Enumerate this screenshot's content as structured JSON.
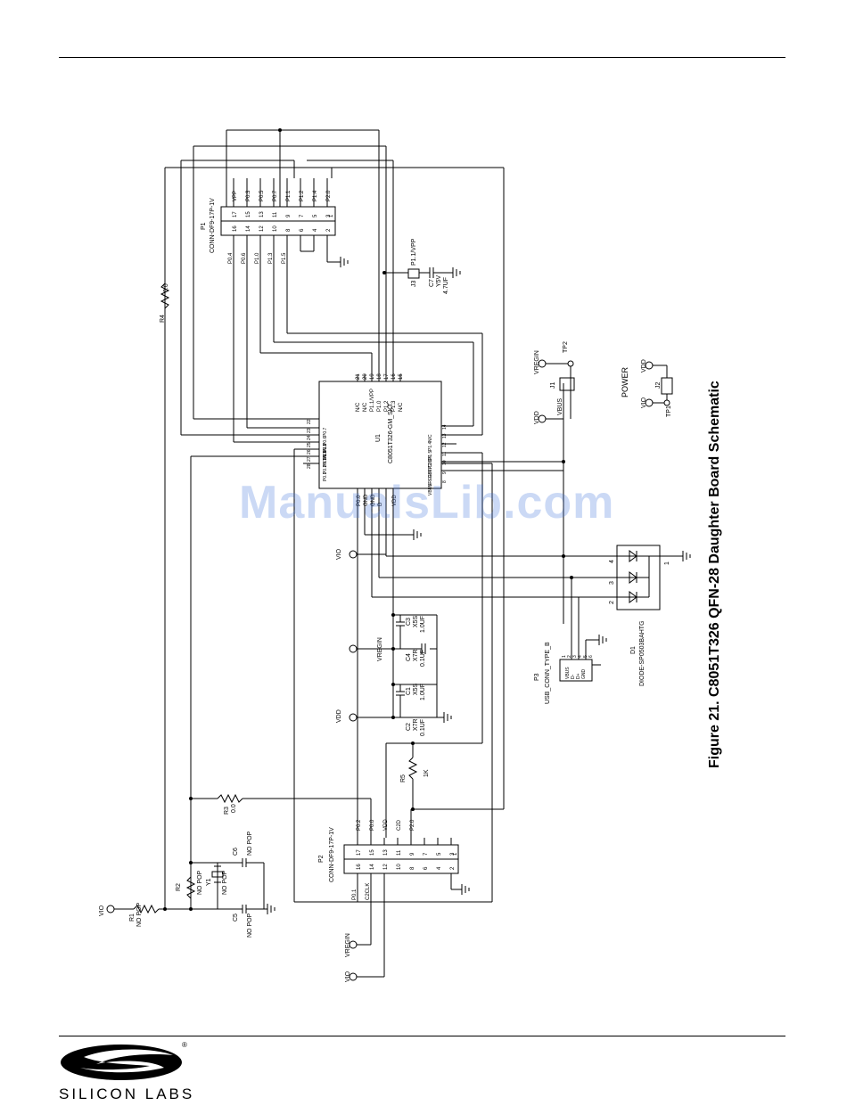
{
  "figure": {
    "caption": "Figure 21. C8051T326 QFN-28 Daughter Board Schematic",
    "watermark": "ManualsLib.com"
  },
  "logo": {
    "text": "SILICON LABS",
    "reg": "®",
    "icon": "silicon-labs-logo-icon"
  },
  "schematic": {
    "p1": {
      "ref": "P1",
      "part": "CONN-DF9-17P-1V",
      "top_pins": [
        "17",
        "15",
        "13",
        "11",
        "9",
        "7",
        "5",
        "3",
        "1"
      ],
      "top_labels": [
        "VPP",
        "P0.3",
        "P0.5",
        "P0.7",
        "P1.1",
        "P1.2",
        "P1.4",
        "P2.0",
        ""
      ],
      "bottom_pins": [
        "16",
        "14",
        "12",
        "10",
        "8",
        "6",
        "4",
        "2"
      ],
      "bottom_labels": [
        "P0.4",
        "P0.6",
        "P1.0",
        "P1.3",
        "P1.5",
        "",
        "",
        ""
      ]
    },
    "p2": {
      "ref": "P2",
      "part": "CONN-DF9-17P-1V",
      "top_pins": [
        "17",
        "15",
        "13",
        "11",
        "9",
        "7",
        "5",
        "3",
        "1"
      ],
      "top_labels": [
        "P0.2",
        "P0.0",
        "VDD",
        "C2D",
        "P2.0",
        "",
        "",
        "",
        ""
      ],
      "bottom_pins": [
        "16",
        "14",
        "12",
        "10",
        "8",
        "6",
        "4",
        "2"
      ],
      "bottom_labels": [
        "P0.1",
        "C2CLK",
        "",
        "",
        "",
        "",
        "",
        ""
      ]
    },
    "u1": {
      "ref": "U1",
      "part": "C8051T326-GM_SKT",
      "top_pins": [
        "21",
        "20",
        "19",
        "18",
        "17",
        "16",
        "15"
      ],
      "top_labels": [
        "N/C",
        "N/C",
        "P1.1/VPP",
        "P1.0",
        "P1.2",
        "P1.3",
        "N/C"
      ],
      "left_pins": [
        "22",
        "23",
        "24",
        "25",
        "26",
        "27",
        "28"
      ],
      "left_labels": [
        "P0.7",
        "P0.6",
        "P0.5",
        "P0.4",
        "P0.3/XTAL2",
        "P0.2/XTAL1",
        "P0.1"
      ],
      "right_pins": [
        "14",
        "13",
        "12",
        "11",
        "10",
        "9",
        "8"
      ],
      "right_labels": [
        "N/C",
        "P1.4",
        "P1.5",
        "P2.0",
        "RST/C2CK",
        "VREGIN",
        "VBUS"
      ],
      "right_extra": [
        "D+",
        "D-"
      ],
      "bottom_labels": [
        "P0.0",
        "GND",
        "GND",
        "D",
        "VDD"
      ]
    },
    "p3": {
      "ref": "P3",
      "part": "USB_CONN_TYPE_B",
      "pins": [
        "1",
        "2",
        "3",
        "4",
        "5",
        "6"
      ],
      "labels": [
        "VBUS",
        "D-",
        "D+",
        "GND"
      ]
    },
    "d1": {
      "ref": "D1",
      "part": "DIODE-SP0503BAHTG",
      "pins": [
        "1",
        "2",
        "3",
        "4"
      ]
    },
    "j1": {
      "ref": "J1",
      "labels": [
        "VBUS",
        "VREGIN"
      ]
    },
    "j2": {
      "ref": "J2"
    },
    "j3": {
      "ref": "J3",
      "label": "P1.1/VPP"
    },
    "tp1": "TP1",
    "tp2": "TP2",
    "power_label": "POWER",
    "nets": {
      "vio": "VIO",
      "vdd": "VDD",
      "vregin": "VREGIN"
    },
    "r1": {
      "ref": "R1",
      "value": "NO POP"
    },
    "r2": {
      "ref": "R2",
      "value": "NO POP"
    },
    "r3": {
      "ref": "R3",
      "value": "0.0"
    },
    "r4": {
      "ref": "R4",
      "value": "0.0"
    },
    "r5": {
      "ref": "R5",
      "value": "1K"
    },
    "y1": {
      "ref": "Y1",
      "value": "NO POP"
    },
    "c1": {
      "ref": "C1",
      "type": "X5S",
      "value": "1.0UF"
    },
    "c2": {
      "ref": "C2",
      "type": "X7R",
      "value": "0.1UF"
    },
    "c3": {
      "ref": "C3",
      "type": "X5S",
      "value": "1.0UF"
    },
    "c4": {
      "ref": "C4",
      "type": "X7R",
      "value": "0.1UF"
    },
    "c5": {
      "ref": "C5",
      "value": "NO POP"
    },
    "c6": {
      "ref": "C6",
      "value": "NO POP"
    },
    "c7": {
      "ref": "C7",
      "type": "Y5V",
      "value": "4.7UF"
    }
  }
}
